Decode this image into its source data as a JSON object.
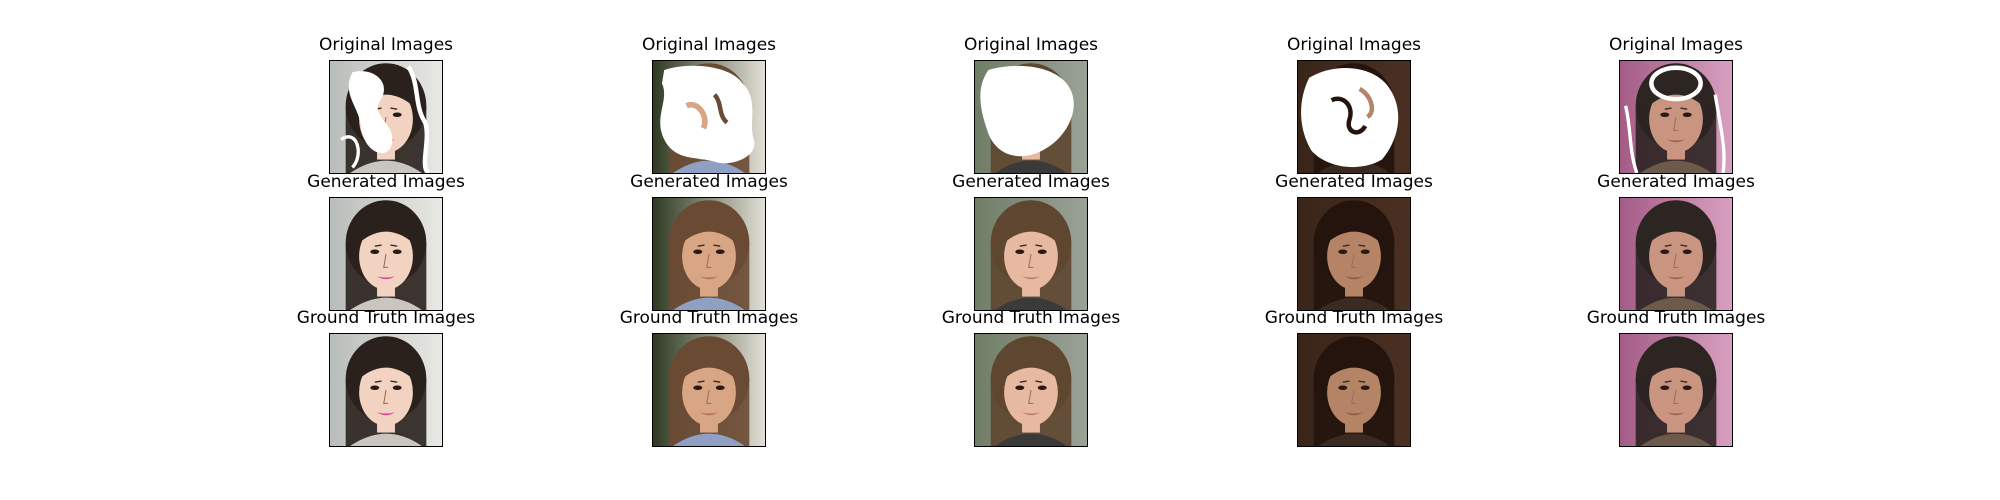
{
  "row_titles": {
    "original": "Original Images",
    "generated": "Generated Images",
    "ground_truth": "Ground Truth Images"
  },
  "subjects": [
    {
      "bg": "#b9bdb9",
      "bg2": "#e8e8e4",
      "hair": "#2a211d",
      "skin": "#f2d3c2",
      "lips": "#e0449c",
      "cloth": "#c9c6c0"
    },
    {
      "bg": "#2e3a22",
      "bg2": "#e2e0d6",
      "hair": "#6b4a33",
      "skin": "#d8a585",
      "lips": "#b56f60",
      "cloth": "#8fa0c4"
    },
    {
      "bg": "#6f7d66",
      "bg2": "#9aa296",
      "hair": "#5e4630",
      "skin": "#e6b9a0",
      "lips": "#c07a70",
      "cloth": "#3a3a3a"
    },
    {
      "bg": "#3a2519",
      "bg2": "#4a3022",
      "hair": "#24140d",
      "skin": "#b58466",
      "lips": "#8e5a48",
      "cloth": "#3a2a22"
    },
    {
      "bg": "#a45c86",
      "bg2": "#d8a0c0",
      "hair": "#2c2522",
      "skin": "#c99580",
      "lips": "#a0604e",
      "cloth": "#6d5a4a"
    }
  ]
}
